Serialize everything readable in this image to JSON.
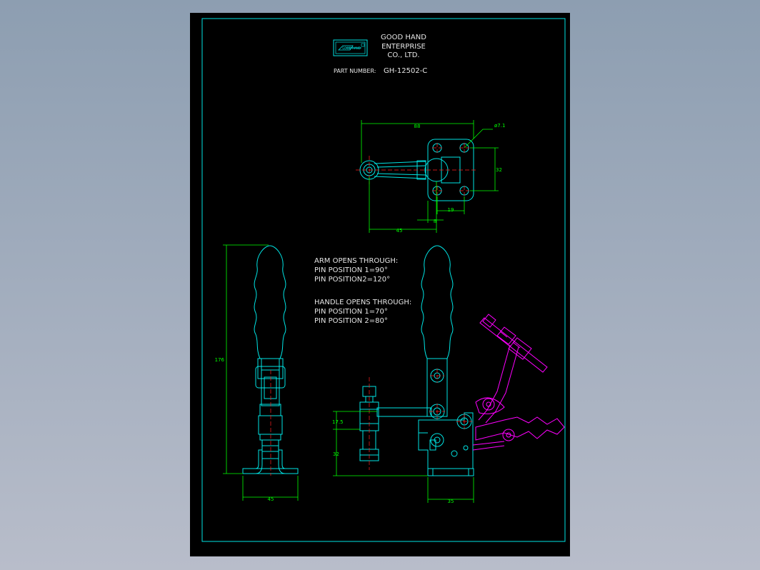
{
  "title_block": {
    "company_line1": "GOOD HAND",
    "company_line2": "ENTERPRISE",
    "company_line3": "CO., LTD.",
    "part_number_label": "PART NUMBER:",
    "part_number": "GH-12502-C"
  },
  "notes": {
    "arm_heading": "ARM OPENS THROUGH:",
    "arm_pin1": "PIN POSITION 1=90°",
    "arm_pin2": "PIN POSITION2=120°",
    "handle_heading": "HANDLE OPENS THROUGH:",
    "handle_pin1": "PIN POSITION 1=70°",
    "handle_pin2": "PIN POSITION 2=80°"
  },
  "dimensions": {
    "top_width": "88",
    "hole_dia": "ø7.1",
    "hole_spacing_v": "32",
    "hole_spacing_h": "19",
    "offset": "8",
    "arm_reach": "45",
    "overall_height": "176",
    "base_width_side": "45",
    "spindle_height": "17.5",
    "base_height": "32",
    "base_width_front": "35"
  },
  "colors": {
    "background": "#000000",
    "outline": "#00e5e5",
    "dimension": "#00ff00",
    "text": "#e6e6e6",
    "centerline": "#ff2020",
    "alt_position": "#ff00ff"
  }
}
